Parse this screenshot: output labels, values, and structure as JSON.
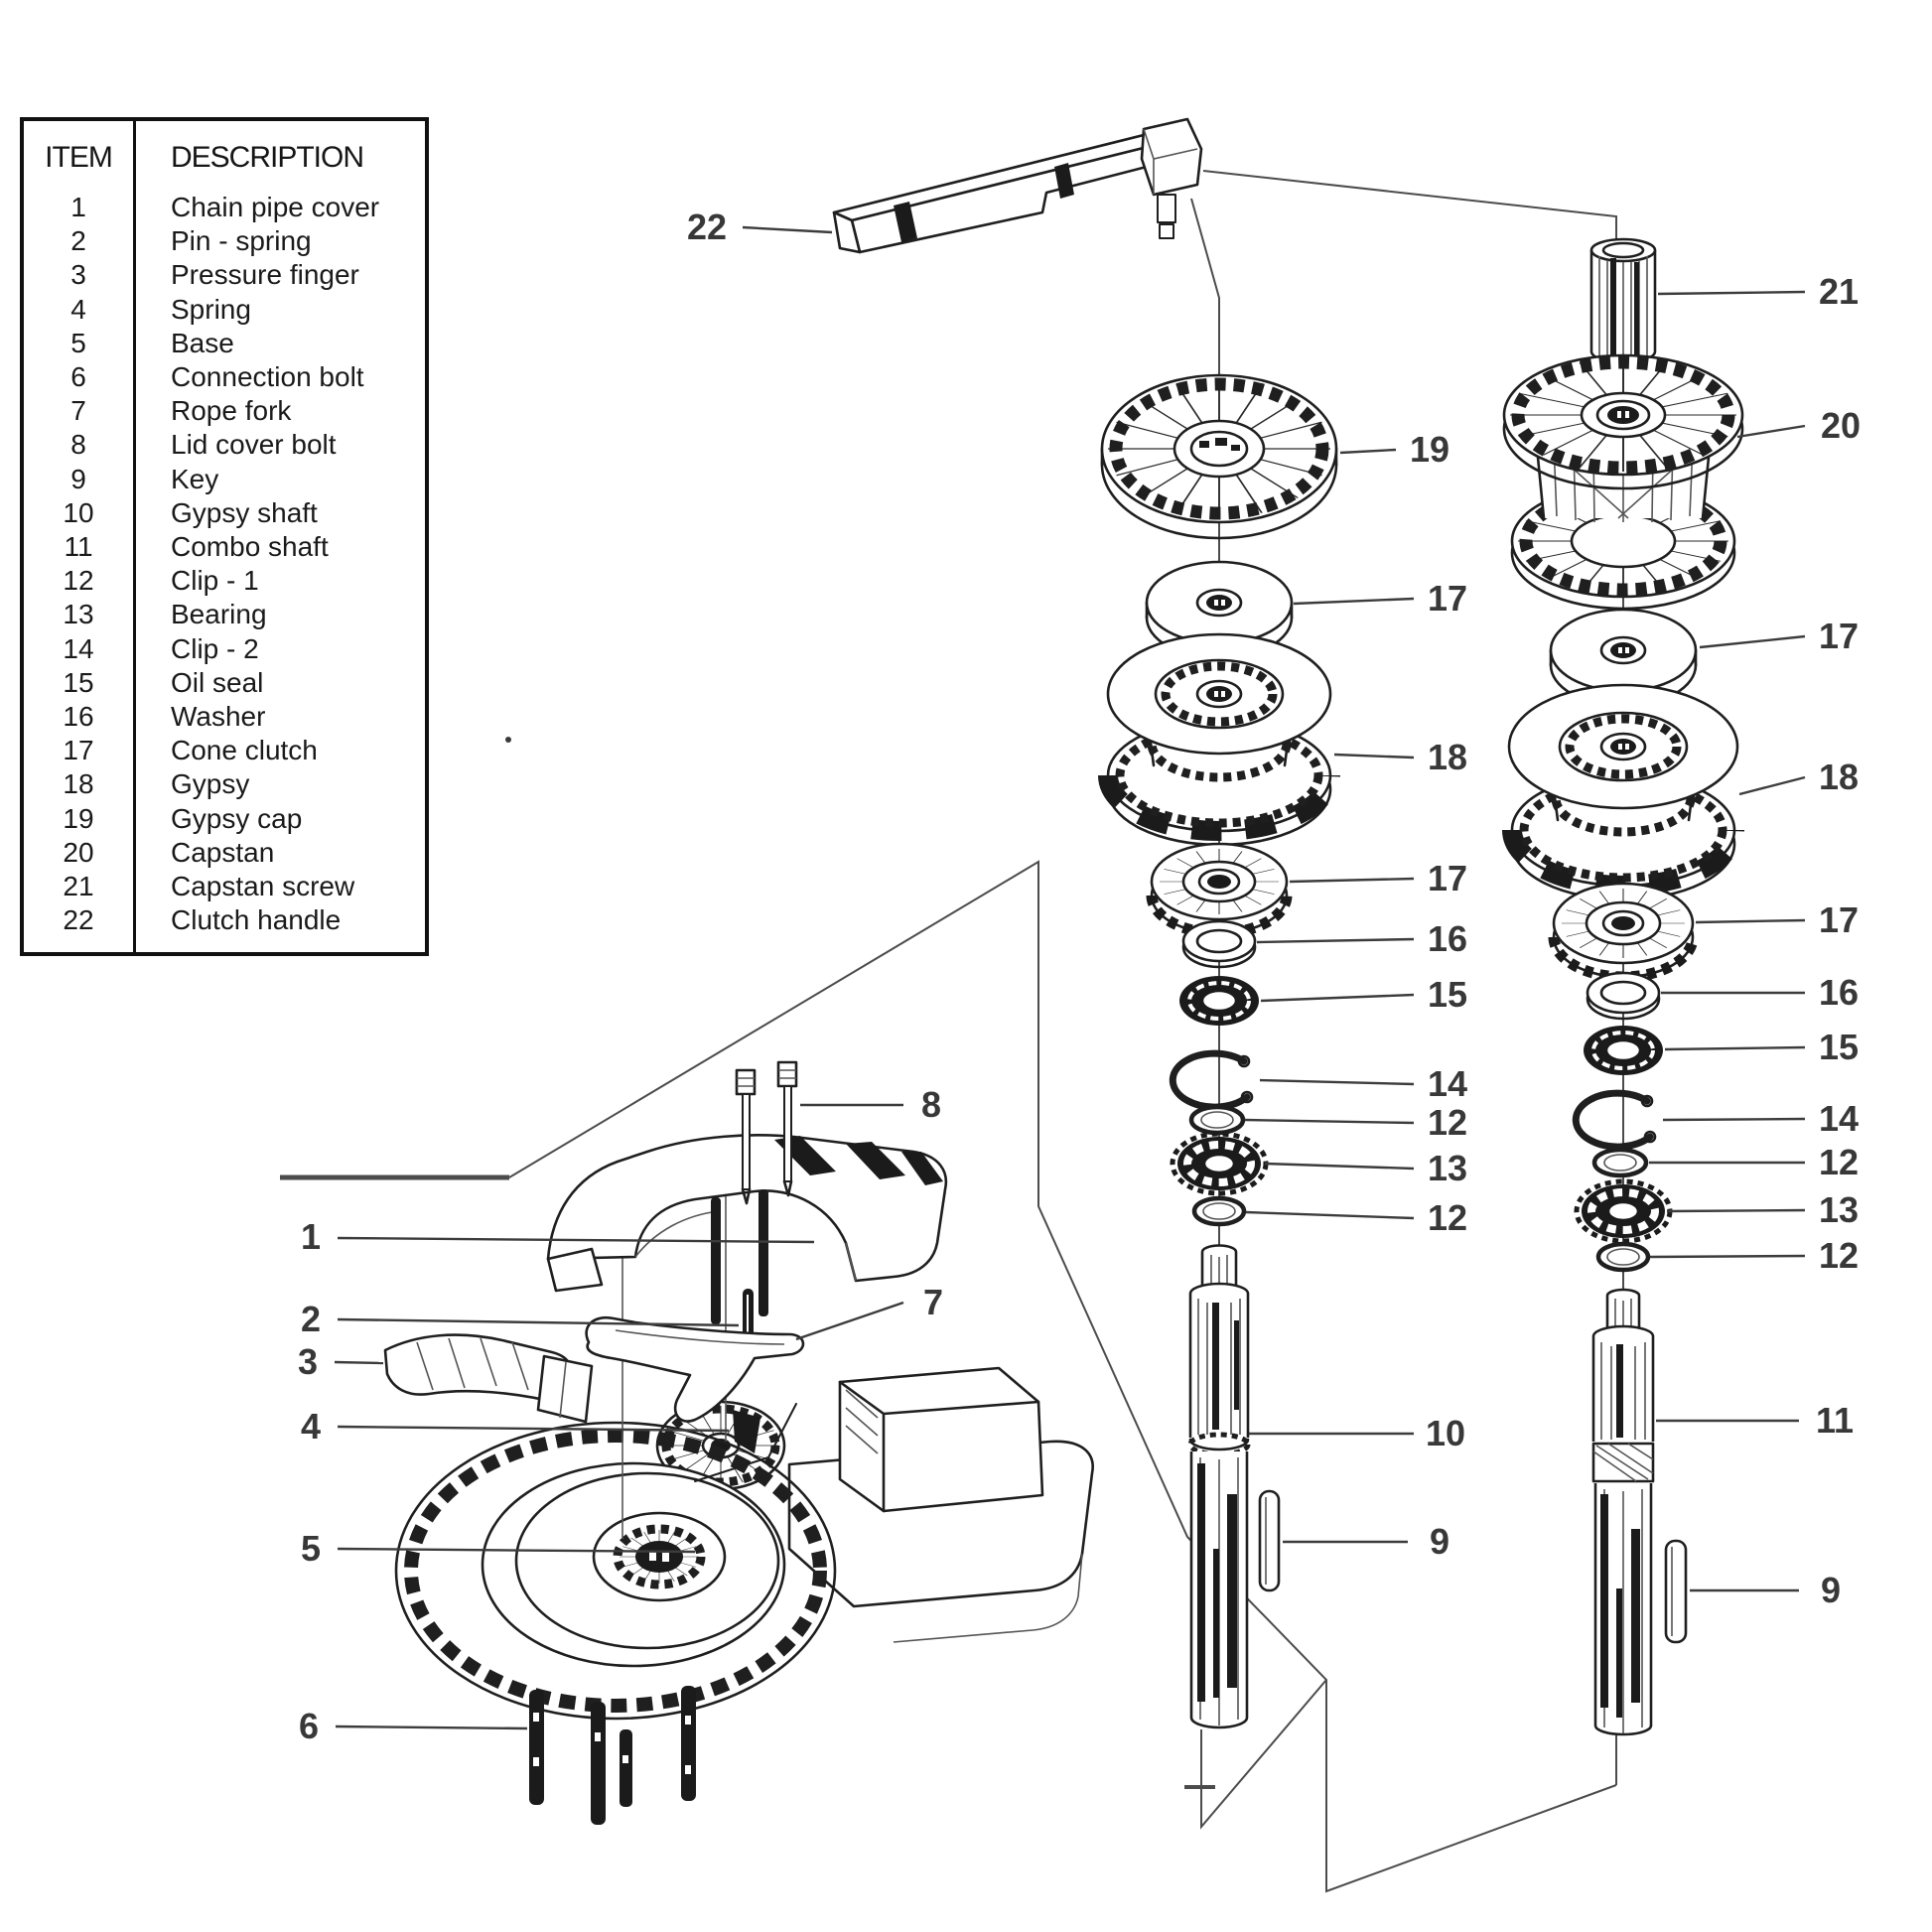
{
  "colors": {
    "ink": "#1f1f1f",
    "paper": "#ffffff",
    "label": "#383838"
  },
  "table": {
    "header": {
      "item": "ITEM",
      "description": "DESCRIPTION"
    },
    "rows": [
      {
        "item": "1",
        "desc": "Chain pipe cover"
      },
      {
        "item": "2",
        "desc": "Pin - spring"
      },
      {
        "item": "3",
        "desc": "Pressure finger"
      },
      {
        "item": "4",
        "desc": "Spring"
      },
      {
        "item": "5",
        "desc": "Base"
      },
      {
        "item": "6",
        "desc": "Connection bolt"
      },
      {
        "item": "7",
        "desc": "Rope fork"
      },
      {
        "item": "8",
        "desc": "Lid cover bolt"
      },
      {
        "item": "9",
        "desc": "Key"
      },
      {
        "item": "10",
        "desc": "Gypsy shaft"
      },
      {
        "item": "11",
        "desc": "Combo shaft"
      },
      {
        "item": "12",
        "desc": "Clip - 1"
      },
      {
        "item": "13",
        "desc": "Bearing"
      },
      {
        "item": "14",
        "desc": "Clip - 2"
      },
      {
        "item": "15",
        "desc": "Oil  seal"
      },
      {
        "item": "16",
        "desc": "Washer"
      },
      {
        "item": "17",
        "desc": "Cone clutch"
      },
      {
        "item": "18",
        "desc": "Gypsy"
      },
      {
        "item": "19",
        "desc": "Gypsy cap"
      },
      {
        "item": "20",
        "desc": "Capstan"
      },
      {
        "item": "21",
        "desc": "Capstan screw"
      },
      {
        "item": "22",
        "desc": "Clutch handle"
      }
    ]
  },
  "diagram": {
    "nums": {
      "1": "1",
      "2": "2",
      "3": "3",
      "4": "4",
      "5": "5",
      "6": "6",
      "7": "7",
      "8": "8",
      "9": "9",
      "10": "10",
      "11": "11",
      "12": "12",
      "13": "13",
      "14": "14",
      "15": "15",
      "16": "16",
      "17": "17",
      "18": "18",
      "19": "19",
      "20": "20",
      "21": "21",
      "22": "22"
    }
  }
}
